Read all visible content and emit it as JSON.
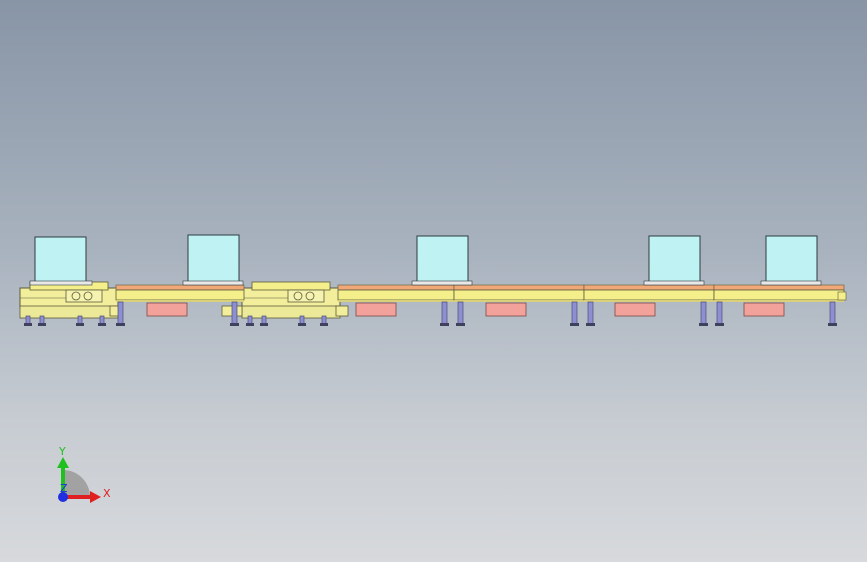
{
  "viewport": {
    "background_top": "#8895a6",
    "background_bottom": "#d7d9dc"
  },
  "model": {
    "description_tag": "conveyor-line-front-view",
    "colors": {
      "rail_yellow": "#f4ef8a",
      "rail_outline": "#5b5b3a",
      "frame_yellow": "#f2ee9c",
      "pallet_cyan": "#bff2f2",
      "pallet_outline": "#2e3b40",
      "motor_pink": "#f2a29a",
      "leg_blue": "#8d8fd0",
      "leg_dark": "#4a4c7a",
      "orange_strip": "#e8a060"
    }
  },
  "triad": {
    "x_label": "X",
    "y_label": "Y",
    "z_label": "Z",
    "x_color": "#e02020",
    "y_color": "#20c020",
    "z_color": "#2030e0"
  }
}
